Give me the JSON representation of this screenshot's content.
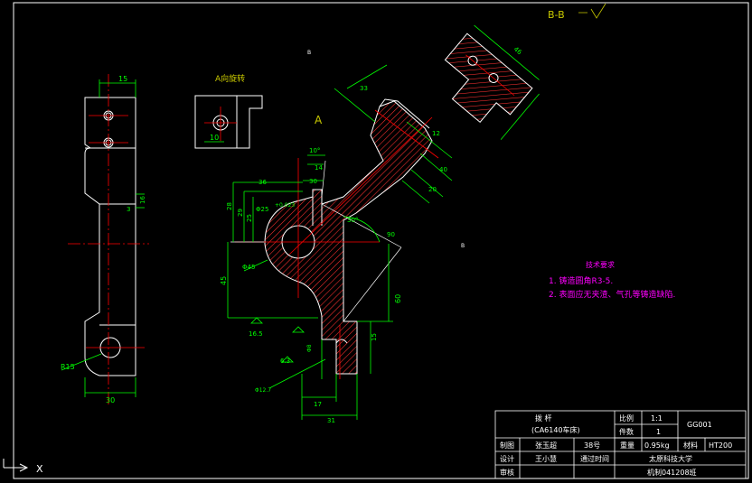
{
  "views": {
    "section_bb": "B-B",
    "view_a": "A",
    "view_a_label": "A向旋转",
    "section_mark_b": "B"
  },
  "dimensions": {
    "d15_top": "15",
    "d30_bottom": "30",
    "r15": "R15",
    "d10_detail": "10",
    "d16": "16",
    "d3": "3",
    "d10_deg": "10°",
    "d14": "14",
    "d28": "28",
    "d29": "29",
    "d30": "30",
    "d25": "25",
    "d36": "36",
    "phi25": "Φ25",
    "tol": "+0.023",
    "phi45": "Φ45",
    "d45": "45",
    "d60": "60",
    "d15_right": "15",
    "d16_5": "16.5",
    "d6_3": "6.3",
    "d17": "17",
    "d31": "31",
    "phi12_7": "Φ12.7",
    "phi8": "Φ8",
    "d30_deg": "30°",
    "d90": "90",
    "d33": "33",
    "d40": "40",
    "d20": "20",
    "d12": "12",
    "d46": "46"
  },
  "tech_req": {
    "title": "技术要求",
    "items": [
      "1. 铸造圆角R3-5.",
      "2. 表面应无夹渣、气孔等铸造缺陷."
    ]
  },
  "title_block": {
    "part_name": "拨  杆",
    "machine": "(CA6140车床)",
    "scale_label": "比例",
    "scale_value": "1:1",
    "qty_label": "件数",
    "qty_value": "1",
    "weight_label": "重量",
    "weight_value": "0.95kg",
    "material_label": "材料",
    "material_value": "HT200",
    "drawing_no": "GG001",
    "drawn_label": "制图",
    "drawn_name": "张玉超",
    "drawn_id": "38号",
    "designer_label": "设计",
    "designer_name": "王小慧",
    "designer_date": "通过时间",
    "review_label": "审核",
    "school": "太原科技大学",
    "class": "机制041208班"
  },
  "ucs": {
    "x": "X"
  },
  "colors": {
    "outline": "#ffffff",
    "dimension": "#00ff00",
    "centerline": "#ff0000",
    "hatch": "#ff3030",
    "tech_text": "#ff00ff",
    "view_label": "#c8c800",
    "title_block": "#ffffff"
  }
}
